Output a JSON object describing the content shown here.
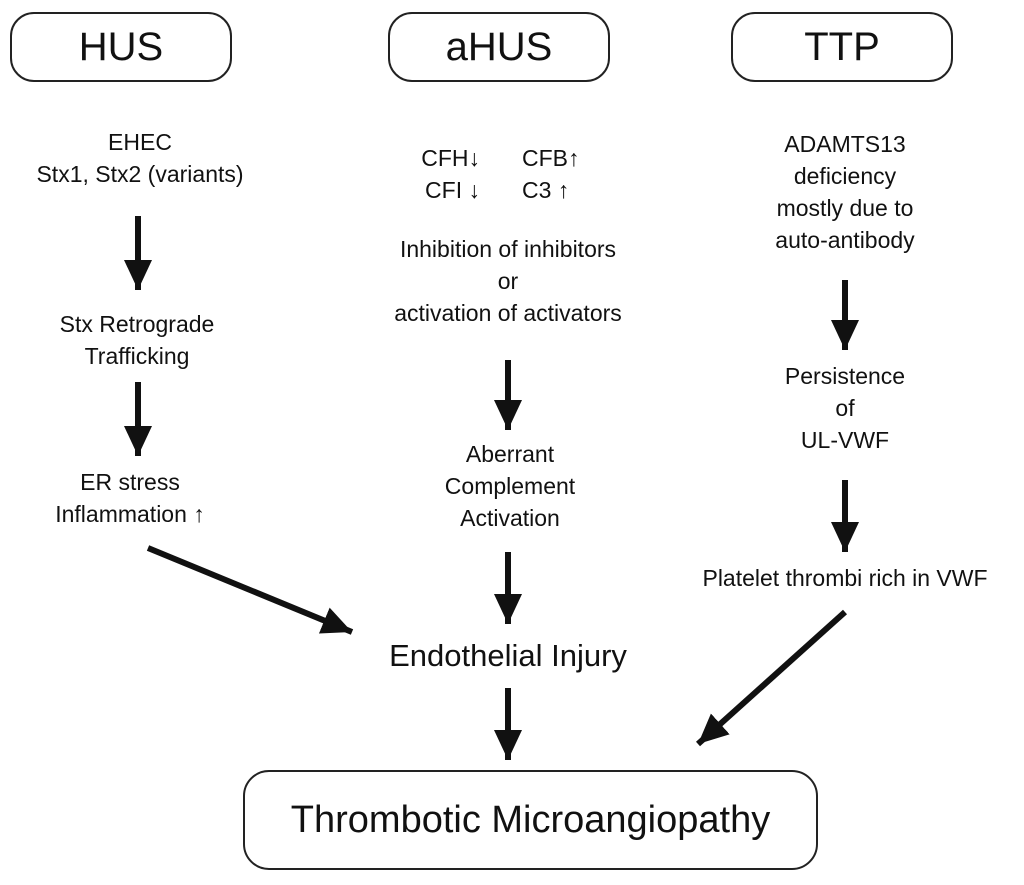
{
  "headers": {
    "hus": "HUS",
    "ahus": "aHUS",
    "ttp": "TTP"
  },
  "hus": {
    "cause": [
      "EHEC",
      "Stx1, Stx2 (variants)"
    ],
    "step1": [
      "Stx Retrograde",
      "Trafficking"
    ],
    "step2": [
      "ER stress",
      "Inflammation ↑"
    ]
  },
  "ahus": {
    "mut_left": [
      "CFH↓",
      "CFI ↓"
    ],
    "mut_right": [
      "CFB↑",
      "C3  ↑"
    ],
    "mechanism": [
      "Inhibition of inhibitors",
      "or",
      "activation of activators"
    ],
    "step1": [
      "Aberrant",
      "Complement",
      "Activation"
    ]
  },
  "ttp": {
    "cause": [
      "ADAMTS13",
      "deficiency",
      "mostly due to",
      "auto-antibody"
    ],
    "step1": [
      "Persistence",
      "of",
      "UL-VWF"
    ],
    "step2": "Platelet thrombi rich in VWF"
  },
  "common": {
    "injury": "Endothelial Injury",
    "outcome": "Thrombotic Microangiopathy"
  }
}
